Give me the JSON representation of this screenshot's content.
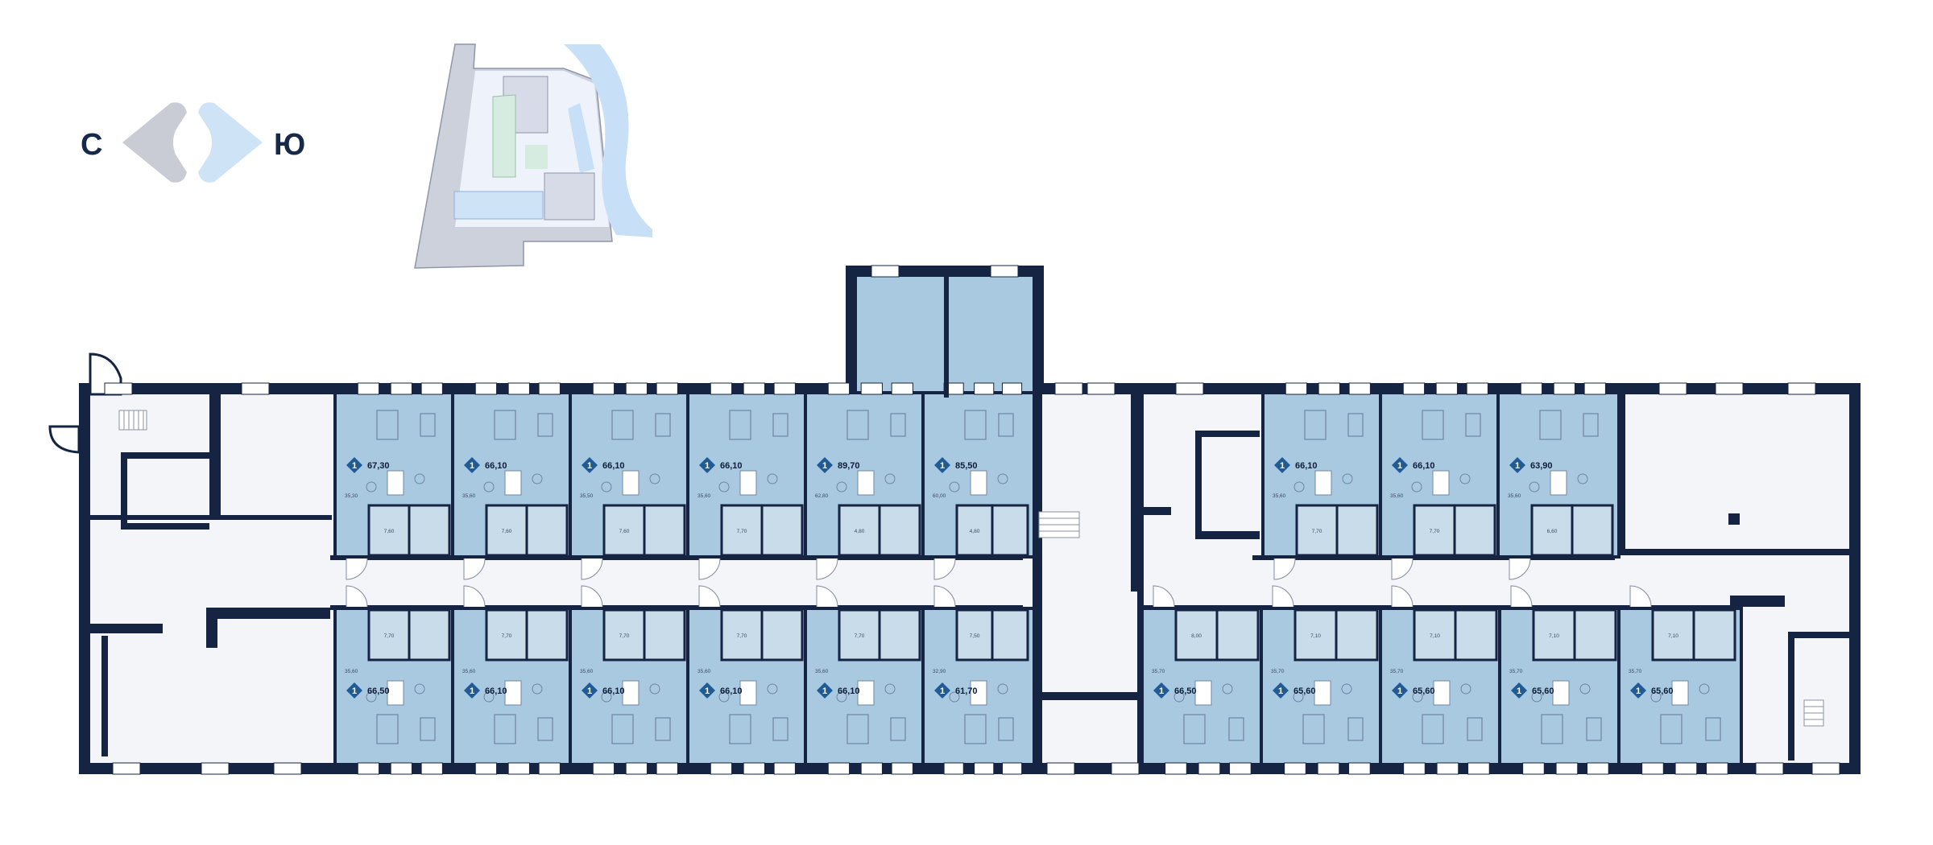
{
  "compass": {
    "left": "С",
    "right": "Ю"
  },
  "colors": {
    "wall": "#152442",
    "apartment": "#a9c9e0",
    "wet": "#c9dcea",
    "common": "#f4f5f8",
    "badge": "#1f5c97",
    "window": "#ffffff"
  },
  "apartments": [
    {
      "id": "a1",
      "rooms": "1",
      "area": "67,30",
      "sub": [
        "35,30",
        "7,60"
      ]
    },
    {
      "id": "a2",
      "rooms": "1",
      "area": "66,10",
      "sub": [
        "35,60",
        "7,60"
      ]
    },
    {
      "id": "a3",
      "rooms": "1",
      "area": "66,10",
      "sub": [
        "35,50",
        "7,60"
      ]
    },
    {
      "id": "a4",
      "rooms": "1",
      "area": "66,10",
      "sub": [
        "35,60",
        "7,70"
      ]
    },
    {
      "id": "a5",
      "rooms": "1",
      "area": "89,70",
      "sub": [
        "62,80",
        "4,80"
      ]
    },
    {
      "id": "a6",
      "rooms": "1",
      "area": "85,50",
      "sub": [
        "60,00",
        "4,80"
      ]
    },
    {
      "id": "a7",
      "rooms": "1",
      "area": "66,10",
      "sub": [
        "35,60",
        "7,70"
      ]
    },
    {
      "id": "a8",
      "rooms": "1",
      "area": "66,10",
      "sub": [
        "35,60",
        "7,70"
      ]
    },
    {
      "id": "a9",
      "rooms": "1",
      "area": "63,90",
      "sub": [
        "35,60",
        "6,60"
      ]
    },
    {
      "id": "b1",
      "rooms": "1",
      "area": "66,50",
      "sub": [
        "35,60",
        "7,70"
      ]
    },
    {
      "id": "b2",
      "rooms": "1",
      "area": "66,10",
      "sub": [
        "35,60",
        "7,70"
      ]
    },
    {
      "id": "b3",
      "rooms": "1",
      "area": "66,10",
      "sub": [
        "35,60",
        "7,70"
      ]
    },
    {
      "id": "b4",
      "rooms": "1",
      "area": "66,10",
      "sub": [
        "35,60",
        "7,70"
      ]
    },
    {
      "id": "b5",
      "rooms": "1",
      "area": "66,10",
      "sub": [
        "35,60",
        "7,70"
      ]
    },
    {
      "id": "b6",
      "rooms": "1",
      "area": "61,70",
      "sub": [
        "32,90",
        "7,50"
      ]
    },
    {
      "id": "b7",
      "rooms": "1",
      "area": "66,50",
      "sub": [
        "35,70",
        "8,00"
      ]
    },
    {
      "id": "b8",
      "rooms": "1",
      "area": "65,60",
      "sub": [
        "35,70",
        "7,10"
      ]
    },
    {
      "id": "b9",
      "rooms": "1",
      "area": "65,60",
      "sub": [
        "35,70",
        "7,10"
      ]
    },
    {
      "id": "b10",
      "rooms": "1",
      "area": "65,60",
      "sub": [
        "35,70",
        "7,10"
      ]
    },
    {
      "id": "b11",
      "rooms": "1",
      "area": "65,60",
      "sub": [
        "35,70",
        "7,10"
      ]
    }
  ]
}
